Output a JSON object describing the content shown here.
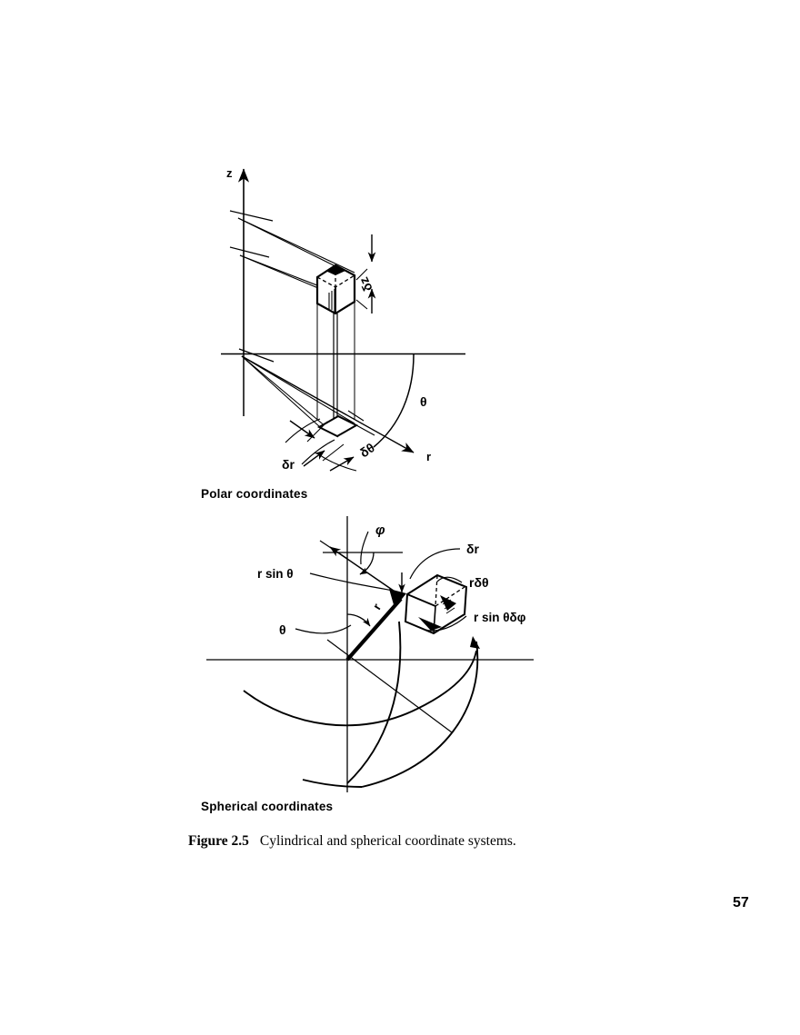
{
  "document": {
    "page_number": "57",
    "caption": {
      "number": "Figure 2.5",
      "text": "Cylindrical and spherical coordinate systems."
    }
  },
  "figure": {
    "panels": [
      {
        "id": "polar",
        "section_label": "Polar coordinates",
        "type": "cylindrical-coordinate-diagram",
        "labels": {
          "z_axis": "z",
          "r_axis": "r",
          "theta_angle": "θ",
          "delta_z": "δz",
          "delta_r": "δr",
          "delta_theta": "δθ"
        }
      },
      {
        "id": "spherical",
        "section_label": "Spherical coordinates",
        "type": "spherical-coordinate-diagram",
        "labels": {
          "phi_angle": "φ",
          "theta_angle": "θ",
          "r_vector": "r",
          "r_sin_theta": "r sin θ",
          "delta_r": "δr",
          "r_delta_theta": "rδθ",
          "r_sin_theta_delta_phi": "r sin θδφ"
        }
      }
    ]
  },
  "style": {
    "ink": "#000000",
    "paper": "#ffffff"
  }
}
